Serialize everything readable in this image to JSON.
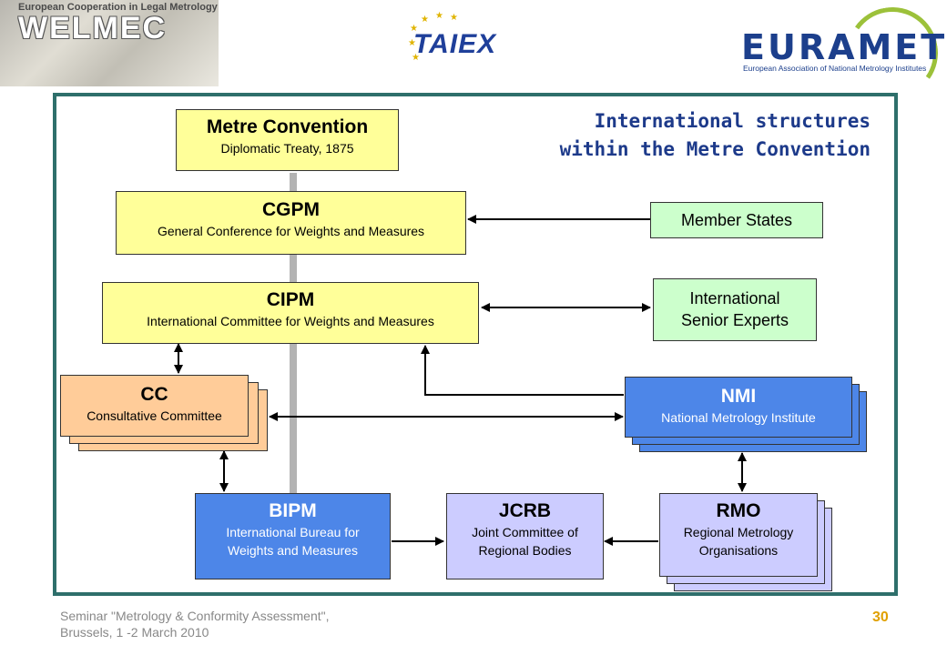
{
  "logos": {
    "welmec_top": "European Cooperation in Legal Metrology",
    "welmec_name": "WELMEC",
    "taiex": "TAIEX",
    "euramet_name": "EURAMET",
    "euramet_sub": "European Association of National Metrology Institutes"
  },
  "heading": {
    "line1": "International structures",
    "line2": "within the Metre Convention"
  },
  "nodes": {
    "metre": {
      "title": "Metre Convention",
      "sub": "Diplomatic Treaty, 1875"
    },
    "cgpm": {
      "title": "CGPM",
      "sub": "General Conference for Weights and Measures"
    },
    "cipm": {
      "title": "CIPM",
      "sub": "International Committee for Weights and Measures"
    },
    "cc": {
      "title": "CC",
      "sub": "Consultative Committee"
    },
    "nmi": {
      "title": "NMI",
      "sub": "National Metrology Institute"
    },
    "bipm": {
      "title": "BIPM",
      "sub1": "International Bureau for",
      "sub2": "Weights and Measures"
    },
    "jcrb": {
      "title": "JCRB",
      "sub1": "Joint Committee of",
      "sub2": "Regional Bodies"
    },
    "rmo": {
      "title": "RMO",
      "sub1": "Regional Metrology",
      "sub2": "Organisations"
    },
    "member_states": {
      "label": "Member States"
    },
    "experts": {
      "line1": "International",
      "line2": "Senior Experts"
    }
  },
  "colors": {
    "frame": "#2e6f6b",
    "heading": "#1d3a8a",
    "yellow": "#ffff99",
    "green": "#ccffcc",
    "orange": "#ffcc99",
    "blue": "#4d86e8",
    "lavender": "#ccccff"
  },
  "footer": {
    "line1": "Seminar \"Metrology & Conformity Assessment\",",
    "line2": "Brussels, 1 -2 March 2010",
    "page": "30"
  }
}
